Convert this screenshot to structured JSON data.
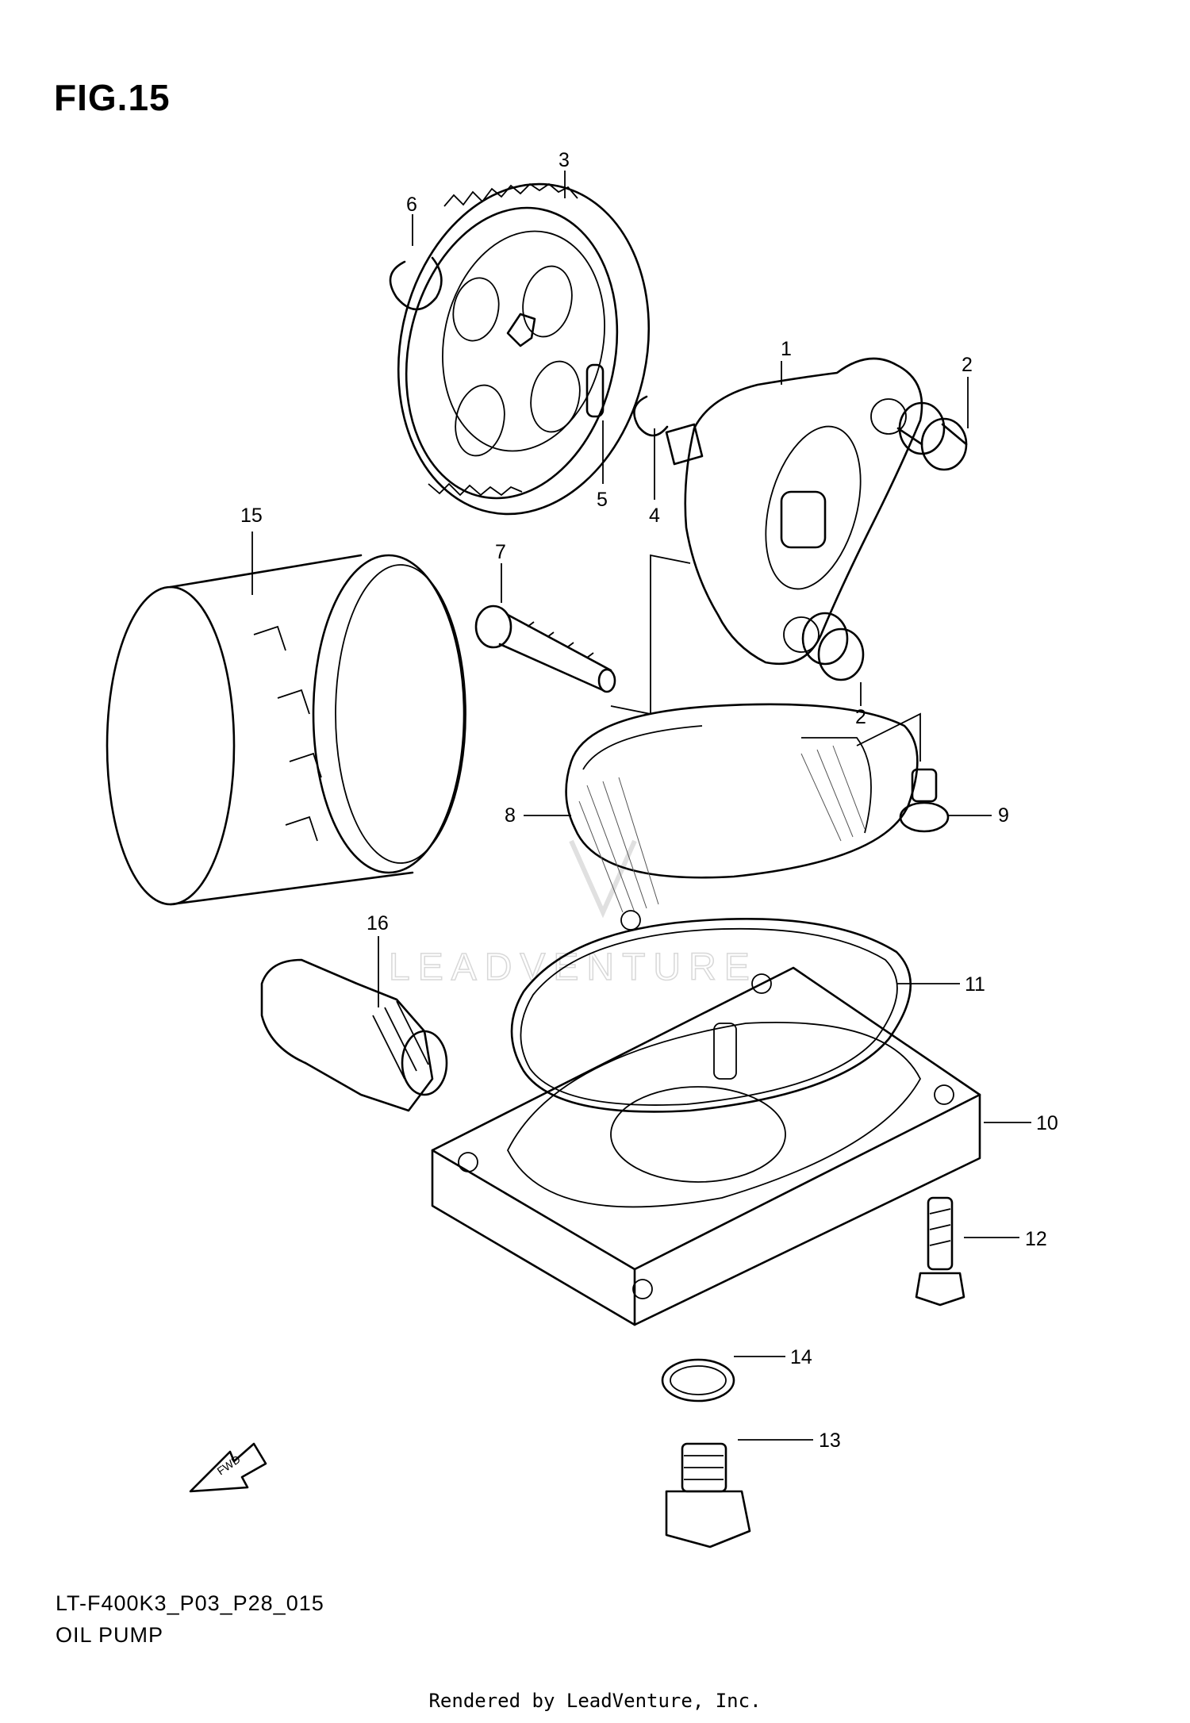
{
  "figure": {
    "title": "FIG.15",
    "model_code": "LT-F400K3_P03_P28_015",
    "name": "OIL PUMP",
    "render_note": "Rendered by LeadVenture, Inc.",
    "watermark": "LEADVENTURE",
    "fwd_label": "FWD"
  },
  "callouts": [
    {
      "number": "1"
    },
    {
      "number": "2"
    },
    {
      "number": "2"
    },
    {
      "number": "3"
    },
    {
      "number": "4"
    },
    {
      "number": "5"
    },
    {
      "number": "6"
    },
    {
      "number": "7"
    },
    {
      "number": "8"
    },
    {
      "number": "9"
    },
    {
      "number": "10"
    },
    {
      "number": "11"
    },
    {
      "number": "12"
    },
    {
      "number": "13"
    },
    {
      "number": "14"
    },
    {
      "number": "15"
    },
    {
      "number": "16"
    }
  ]
}
